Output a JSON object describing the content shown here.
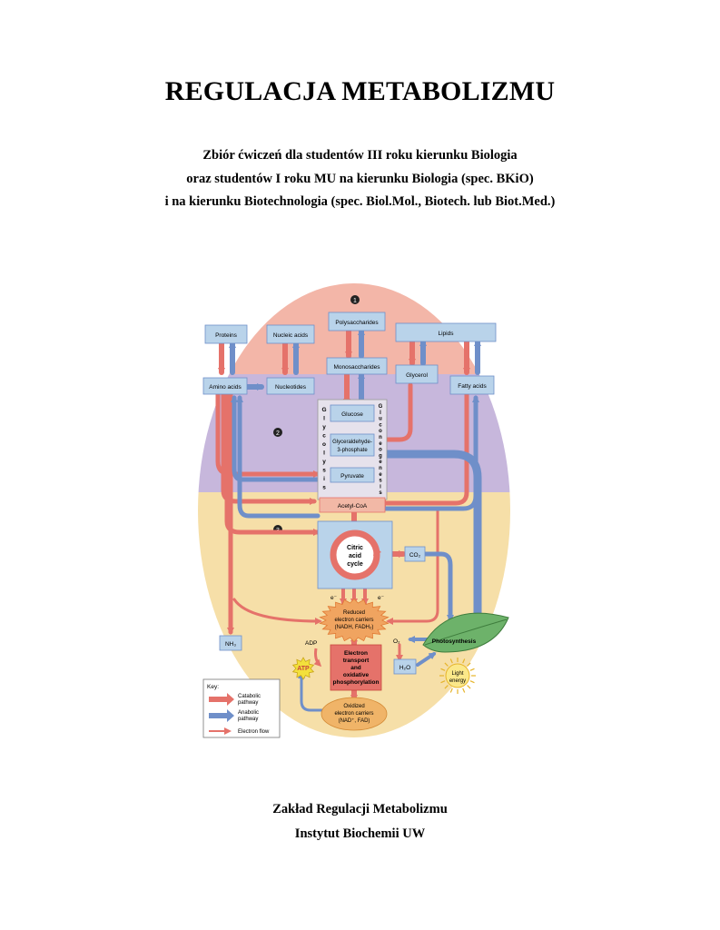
{
  "title": "REGULACJA METABOLIZMU",
  "subtitle_lines": [
    "Zbiór ćwiczeń dla studentów III roku kierunku Biologia",
    "oraz studentów I roku MU na kierunku Biologia (spec. BKiO)",
    "i na kierunku Biotechnologia (spec. Biol.Mol., Biotech. lub Biot.Med.)"
  ],
  "figure": {
    "stage_markers": [
      "1",
      "2",
      "3"
    ],
    "boxes": {
      "proteins": "Proteins",
      "nucleic_acids": "Nucleic acids",
      "polysaccharides": "Polysaccharides",
      "lipids": "Lipids",
      "monosaccharides": "Monosaccharides",
      "glycerol": "Glycerol",
      "fatty_acids": "Fatty acids",
      "amino_acids": "Amino acids",
      "nucleotides": "Nucleotides",
      "glucose": "Glucose",
      "glyceraldehyde_line1": "Glyceraldehyde-",
      "glyceraldehyde_line2": "3-phosphate",
      "pyruvate": "Pyruvate",
      "acetyl_coa": "Acetyl-CoA",
      "co2": "CO₂",
      "nh3": "NH₃",
      "o2": "O₂",
      "h2o": "H₂O",
      "adp": "ADP",
      "atp": "ATP"
    },
    "glycolysis_letters": [
      "G",
      "l",
      "y",
      "c",
      "o",
      "l",
      "y",
      "s",
      "i",
      "s"
    ],
    "gluconeogenesis_letters": [
      "G",
      "l",
      "u",
      "c",
      "o",
      "n",
      "e",
      "o",
      "g",
      "e",
      "n",
      "e",
      "s",
      "i",
      "s"
    ],
    "cycle": [
      "Citric",
      "acid",
      "cycle"
    ],
    "electrons": [
      "e⁻",
      "e⁻"
    ],
    "reduced_carriers": [
      "Reduced",
      "electron carriers",
      "(NADH, FADH₂)"
    ],
    "electron_transport": [
      "Electron",
      "transport",
      "and",
      "oxidative",
      "phosphorylation"
    ],
    "oxidized_carriers": [
      "Oxidized",
      "electron carriers",
      "(NAD⁺, FAD)"
    ],
    "photosynthesis": "Photosynthesis",
    "light_energy": [
      "Light",
      "energy"
    ],
    "key": {
      "title": "Key:",
      "catabolic": [
        "Catabolic",
        "pathway"
      ],
      "anabolic": [
        "Anabolic",
        "pathway"
      ],
      "electron_flow": "Electron flow"
    },
    "colors": {
      "catabolic": "#e5726a",
      "anabolic": "#6f8fc9",
      "box_fill": "#b9d3ea",
      "stage1_bg": "#f3b6a8",
      "stage2_bg": "#c7b7dc",
      "stage3_bg": "#f6dfa8"
    }
  },
  "footer_lines": [
    "Zakład Regulacji Metabolizmu",
    "Instytut Biochemii UW"
  ]
}
